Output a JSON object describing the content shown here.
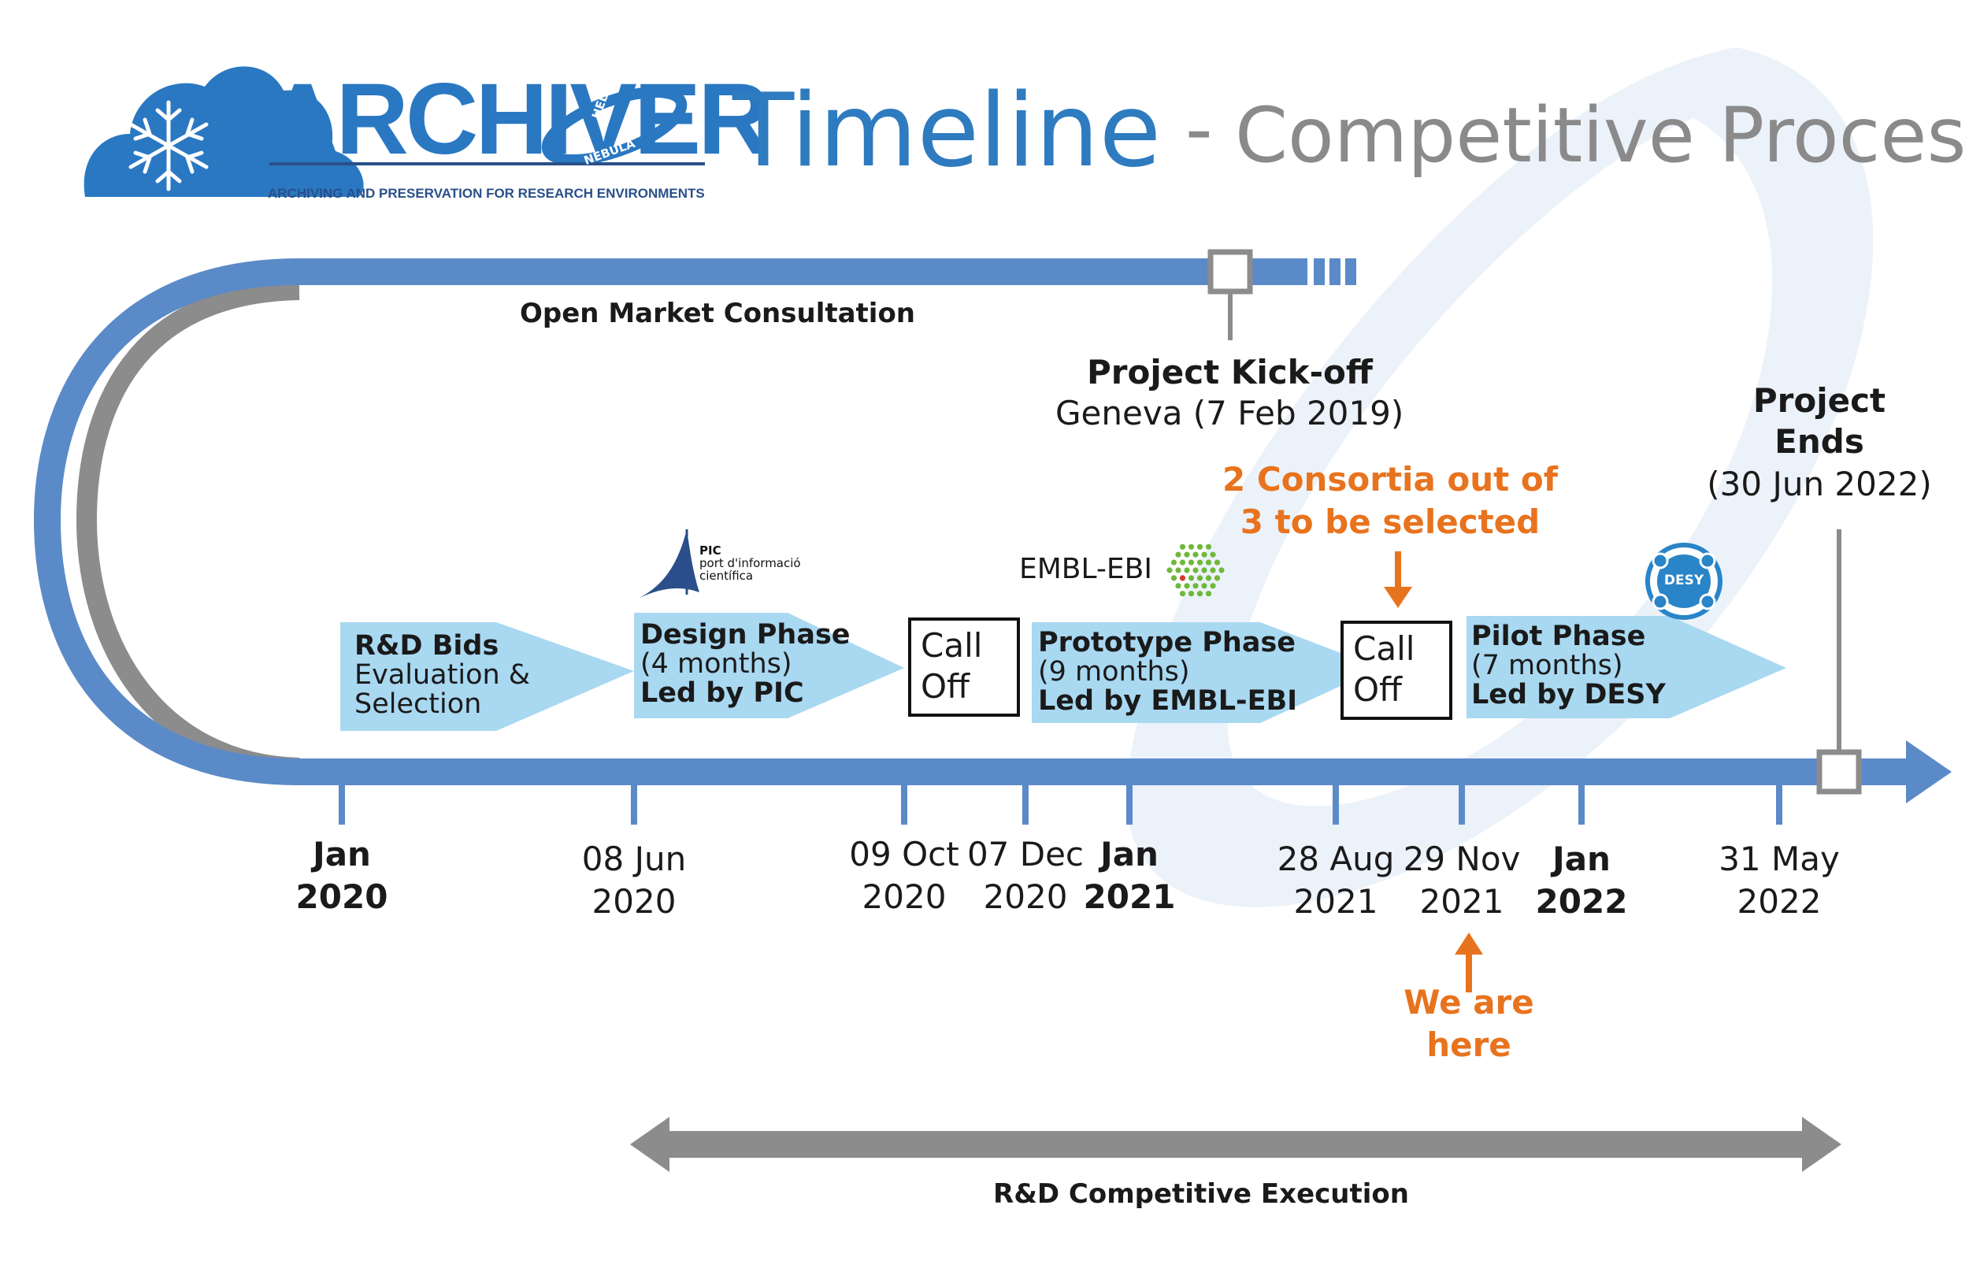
{
  "header": {
    "logo_word": "ARCHIVER",
    "logo_ring_top": "HELIX",
    "logo_ring_bottom": "NEBULA",
    "logo_tagline": "ARCHIVING AND PRESERVATION FOR RESEARCH ENVIRONMENTS",
    "title": "Timeline",
    "separator": "-",
    "subtitle": "Competitive Process"
  },
  "top_track": {
    "label": "Open Market Consultation",
    "kickoff_title": "Project Kick-off",
    "kickoff_detail": "Geneva (7 Feb 2019)"
  },
  "end": {
    "title_line1": "Project",
    "title_line2": "Ends",
    "detail": "(30 Jun 2022)"
  },
  "notes": {
    "consortia_line1": "2 Consortia out of",
    "consortia_line2": "3 to be selected",
    "here_line1": "We are",
    "here_line2": "here"
  },
  "phases": [
    {
      "title": "R&D Bids",
      "line2": "Evaluation &",
      "line3": "Selection"
    },
    {
      "title": "Design Phase",
      "line2": "(4 months)",
      "line3": "Led by PIC"
    },
    {
      "title": "Prototype Phase",
      "line2": "(9 months)",
      "line3": "Led by EMBL-EBI"
    },
    {
      "title": "Pilot Phase",
      "line2": "(7 months)",
      "line3": "Led by DESY"
    }
  ],
  "call_offs": [
    {
      "line1": "Call",
      "line2": "Off"
    },
    {
      "line1": "Call",
      "line2": "Off"
    }
  ],
  "partner_logos": {
    "pic_name": "PIC",
    "pic_line1": "port d'informació",
    "pic_line2": "científica",
    "embl": "EMBL-EBI",
    "desy": "DESY"
  },
  "dates": [
    {
      "line1": "Jan",
      "line2": "2020",
      "bold": true
    },
    {
      "line1": "08 Jun",
      "line2": "2020",
      "bold": false
    },
    {
      "line1": "09 Oct",
      "line2": "2020",
      "bold": false
    },
    {
      "line1": "07 Dec",
      "line2": "2020",
      "bold": false
    },
    {
      "line1": "Jan",
      "line2": "2021",
      "bold": true
    },
    {
      "line1": "28 Aug",
      "line2": "2021",
      "bold": false
    },
    {
      "line1": "29 Nov",
      "line2": "2021",
      "bold": false
    },
    {
      "line1": "Jan",
      "line2": "2022",
      "bold": true
    },
    {
      "line1": "31 May",
      "line2": "2022",
      "bold": false
    }
  ],
  "bottom": {
    "label": "R&D Competitive Execution"
  },
  "colors": {
    "track_blue": "#5b8ac8",
    "track_grey": "#8c8c8c",
    "phase_fill": "#a9d8f1",
    "title_blue": "#2e7bbf",
    "subtitle_grey": "#8a8a8a",
    "accent_orange": "#e8731e",
    "desy_blue": "#2a84c8",
    "embl_green": "#6fb83a"
  },
  "icons": {
    "logo": "cloud-snowflake-icon",
    "kickoff": "square-marker-icon",
    "end": "square-marker-icon",
    "desy": "desy-network-icon",
    "embl": "hexagon-dots-icon",
    "pic": "pic-tent-icon"
  }
}
